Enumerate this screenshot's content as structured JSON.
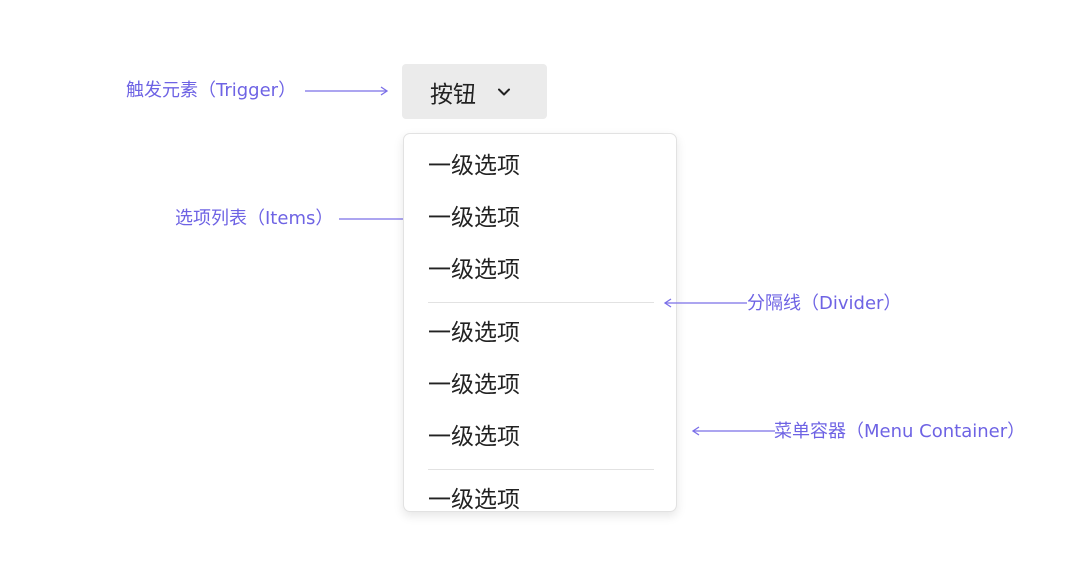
{
  "trigger": {
    "label": "按钮",
    "icon": "chevron-down-icon"
  },
  "menu": {
    "group1": [
      "一级选项",
      "一级选项",
      "一级选项"
    ],
    "group2": [
      "一级选项",
      "一级选项",
      "一级选项"
    ],
    "group3": [
      "一级选项"
    ]
  },
  "annotations": {
    "trigger": "触发元素（Trigger）",
    "items": "选项列表（Items）",
    "divider": "分隔线（Divider）",
    "container": "菜单容器（Menu Container）"
  },
  "colors": {
    "annotation": "#6e63e4",
    "trigger_bg": "#ebebeb",
    "text": "#222222",
    "divider": "#e2e2e2"
  }
}
